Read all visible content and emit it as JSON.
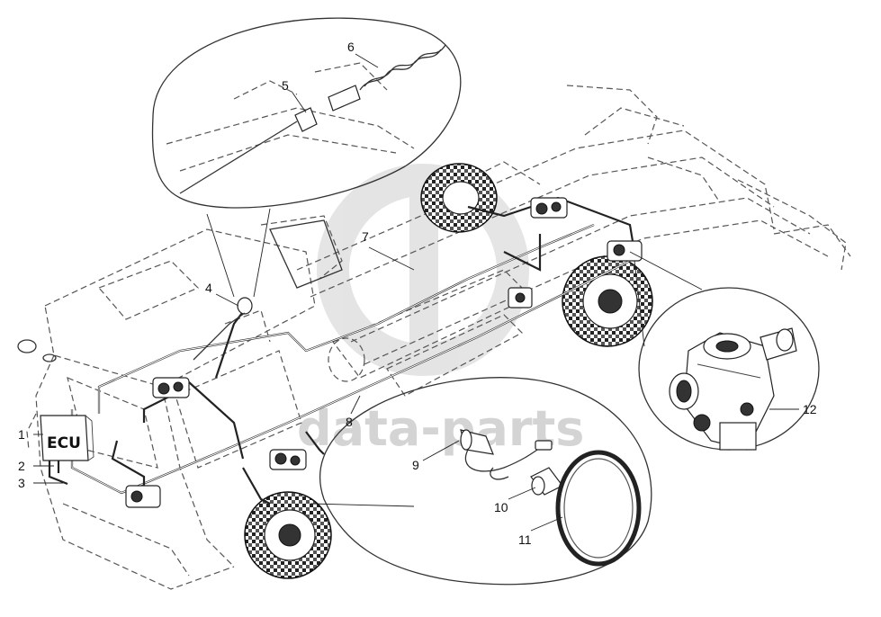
{
  "diagram": {
    "watermark": "data-parts",
    "ecu_label": "ECU",
    "callouts": [
      {
        "id": "1",
        "label": "1"
      },
      {
        "id": "2",
        "label": "2"
      },
      {
        "id": "3",
        "label": "3"
      },
      {
        "id": "4",
        "label": "4"
      },
      {
        "id": "5",
        "label": "5"
      },
      {
        "id": "6",
        "label": "6"
      },
      {
        "id": "7",
        "label": "7"
      },
      {
        "id": "8",
        "label": "8"
      },
      {
        "id": "9",
        "label": "9"
      },
      {
        "id": "10",
        "label": "10"
      },
      {
        "id": "11",
        "label": "11"
      },
      {
        "id": "12",
        "label": "12"
      }
    ]
  }
}
